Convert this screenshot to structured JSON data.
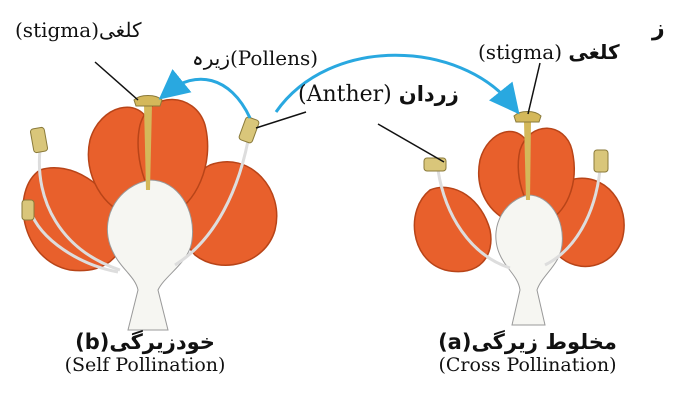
{
  "labels": {
    "stigma_left": "(stigma)کلغی",
    "stigma_left_cut": "ز",
    "stigma_right_en": "(stigma)",
    "stigma_right_ur": "کلغی",
    "pollens": "زیرہ(Pollens)",
    "anther_en": "(Anther)",
    "anther_ur": "زردان",
    "caption_b_ur": "(b)خودزیرگی",
    "caption_b_en": "(Self Pollination)",
    "caption_a_ur": "(a)مخلوط زیرگی",
    "caption_a_en": "(Cross Pollination)"
  },
  "colors": {
    "petal": "#E8602C",
    "petal_edge": "#B84418",
    "stem": "#F6F6F2",
    "anther": "#D9C67A",
    "style": "#D4B85A",
    "arrow": "#29A8E0",
    "line": "#111111"
  }
}
